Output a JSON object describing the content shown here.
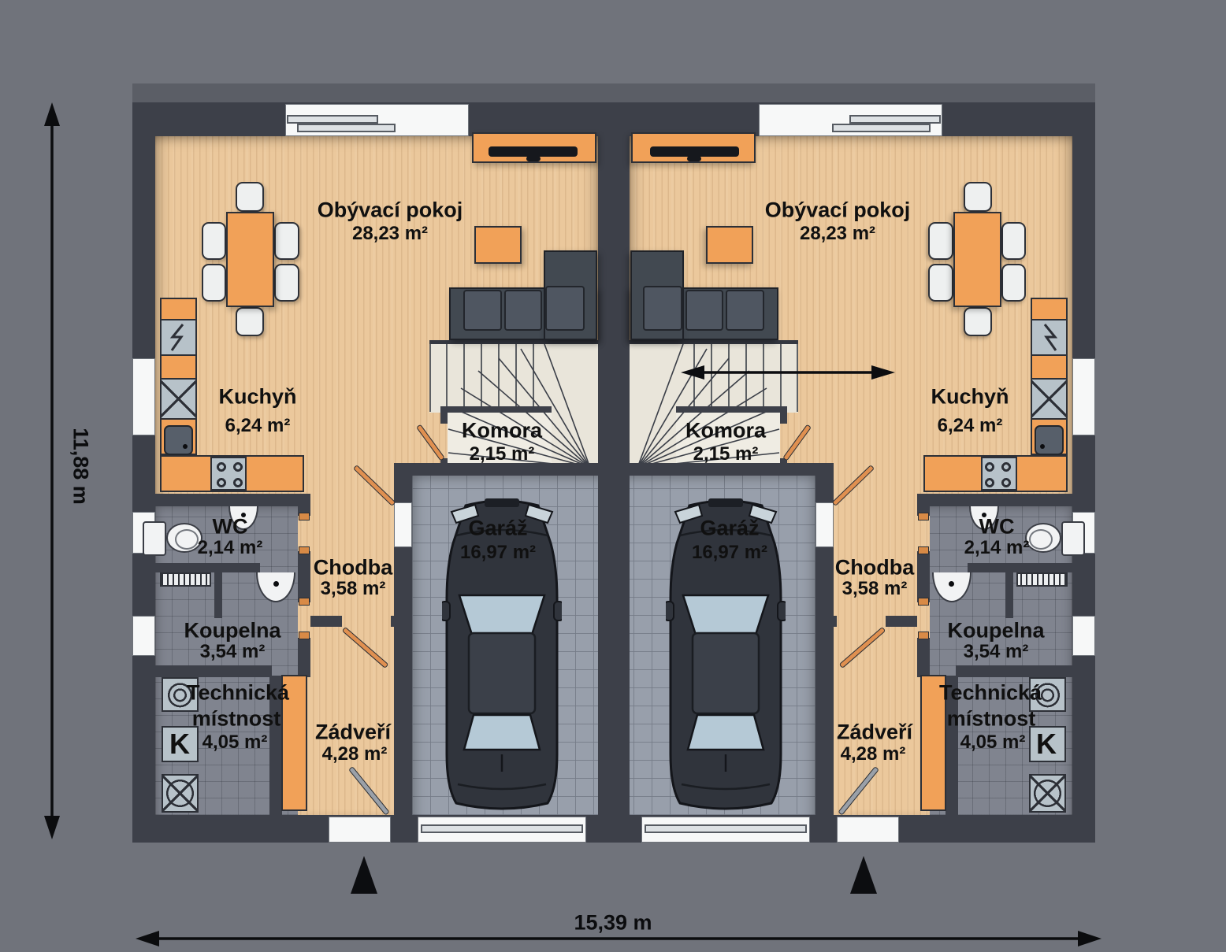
{
  "dimensions": {
    "height_label": "11,88 m",
    "width_label": "15,39 m"
  },
  "rooms": {
    "living": {
      "name": "Obývací pokoj",
      "area": "28,23 m²"
    },
    "kitchen": {
      "name": "Kuchyň",
      "area": "6,24 m²"
    },
    "pantry": {
      "name": "Komora",
      "area": "2,15 m²"
    },
    "garage": {
      "name": "Garáž",
      "area": "16,97 m²"
    },
    "wc": {
      "name": "WC",
      "area": "2,14 m²"
    },
    "hallway": {
      "name": "Chodba",
      "area": "3,58 m²"
    },
    "bathroom": {
      "name": "Koupelna",
      "area": "3,54 m²"
    },
    "technical": {
      "name_line1": "Technická",
      "name_line2": "místnost",
      "area": "4,05 m²"
    },
    "entry": {
      "name": "Zádveří",
      "area": "4,28 m²"
    }
  },
  "fixtures": {
    "boiler_label": "K"
  },
  "colors": {
    "bg": "#70737b",
    "wall": "#3d4049",
    "wood": "#ebc89c",
    "orange": "#f1a158",
    "tile": "#80848f",
    "garage": "#989fab",
    "stair": "#e9e5da",
    "komora": "#efece3",
    "white": "#f7f8f8",
    "sofa": "#424951",
    "cushion": "#4f5661",
    "appliance": "#b7c2c9",
    "glass": "#b5c9d6",
    "car": "#30343c",
    "text": "#101010",
    "shadow": "#5b5e66"
  }
}
